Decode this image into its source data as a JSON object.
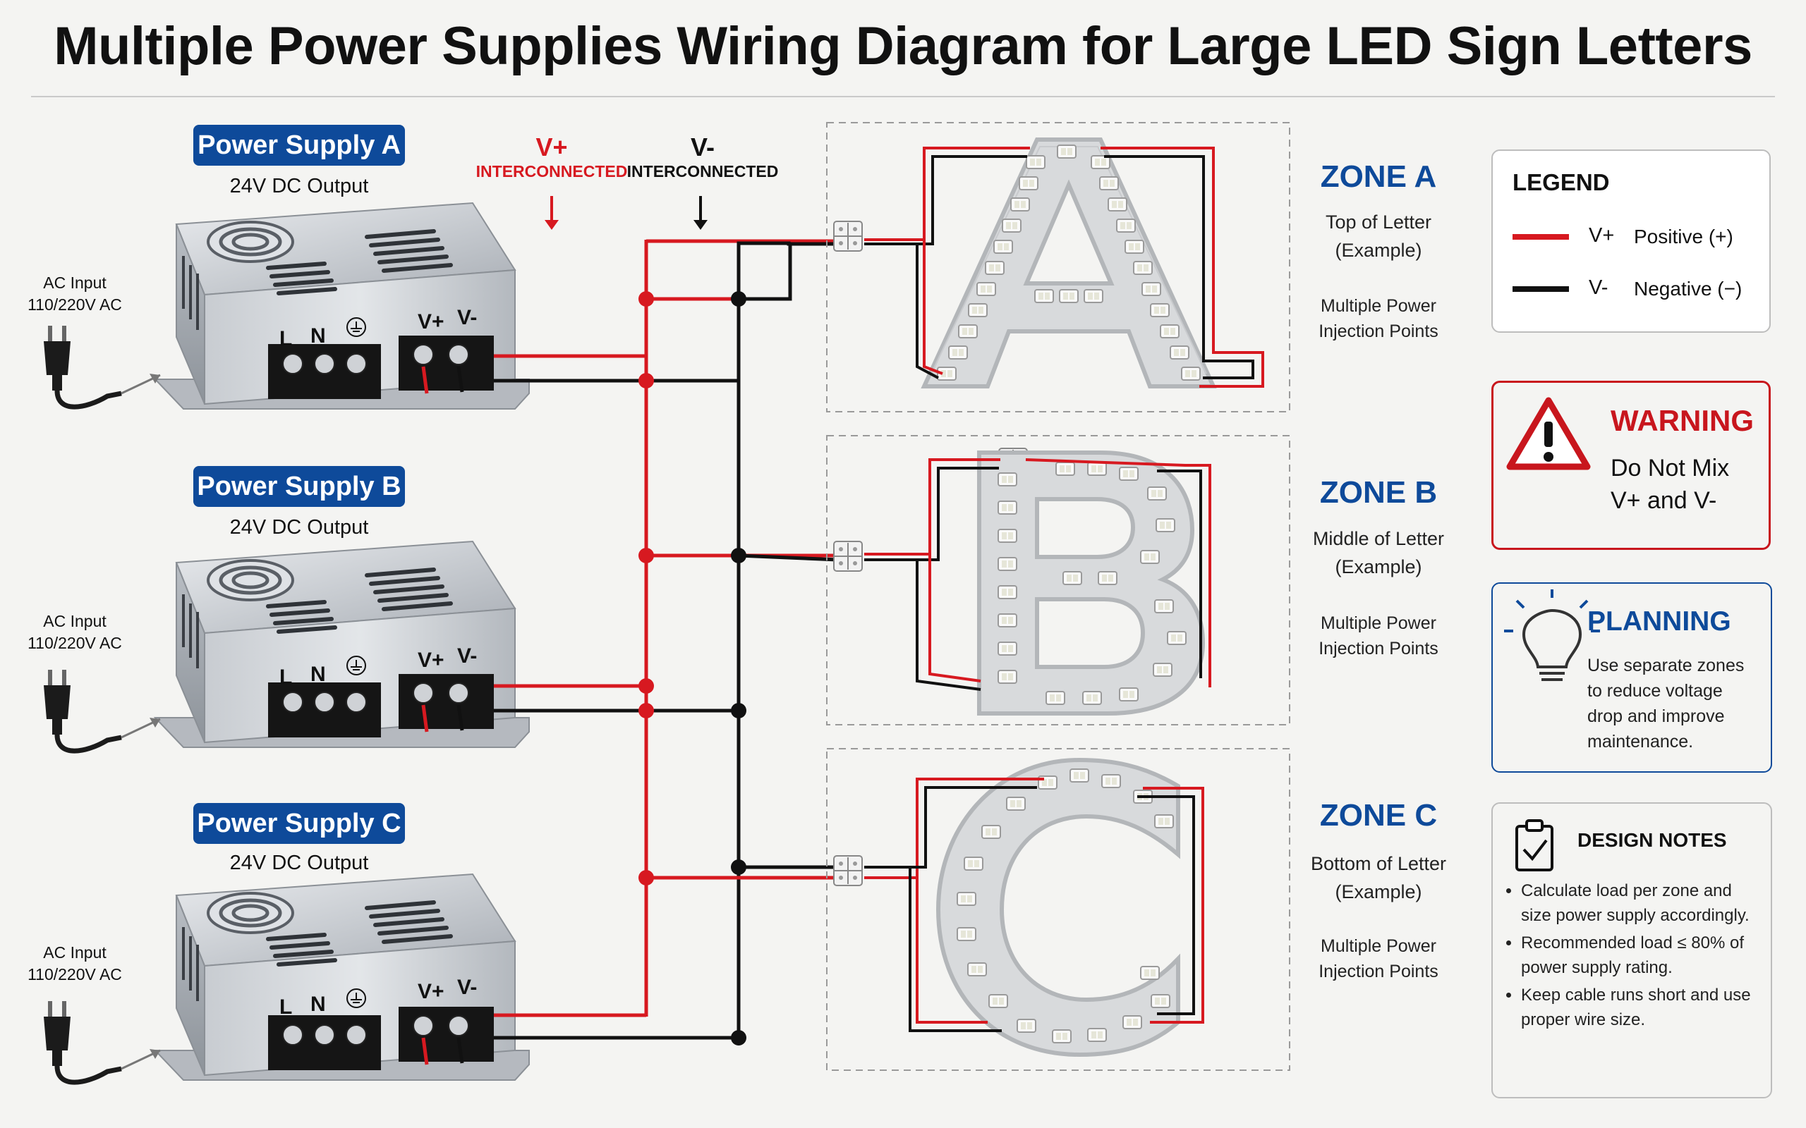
{
  "title": "Multiple Power Supplies Wiring Diagram for Large LED Sign Letters",
  "power_supplies": [
    {
      "name": "Power Supply A",
      "output": "24V DC Output",
      "ac_line1": "AC Input",
      "ac_line2": "110/220V AC"
    },
    {
      "name": "Power Supply B",
      "output": "24V DC Output",
      "ac_line1": "AC Input",
      "ac_line2": "110/220V AC"
    },
    {
      "name": "Power Supply C",
      "output": "24V DC Output",
      "ac_line1": "AC Input",
      "ac_line2": "110/220V AC"
    }
  ],
  "terminals": {
    "l": "L",
    "n": "N",
    "vplus": "V+",
    "vminus": "V-"
  },
  "bus": {
    "vplus_symbol": "V+",
    "vplus_label": "INTERCONNECTED",
    "vminus_symbol": "V-",
    "vminus_label": "INTERCONNECTED"
  },
  "zones": [
    {
      "letter": "A",
      "title": "ZONE A",
      "desc1": "Top of Letter",
      "desc2": "(Example)",
      "inj1": "Multiple Power",
      "inj2": "Injection Points"
    },
    {
      "letter": "B",
      "title": "ZONE B",
      "desc1": "Middle of Letter",
      "desc2": "(Example)",
      "inj1": "Multiple Power",
      "inj2": "Injection Points"
    },
    {
      "letter": "C",
      "title": "ZONE C",
      "desc1": "Bottom of Letter",
      "desc2": "(Example)",
      "inj1": "Multiple Power",
      "inj2": "Injection Points"
    }
  ],
  "legend": {
    "title": "LEGEND",
    "items": [
      {
        "symbol": "V+",
        "text": "Positive (+)",
        "color": "#d71920"
      },
      {
        "symbol": "V-",
        "text": "Negative (−)",
        "color": "#111111"
      }
    ]
  },
  "warning": {
    "title": "WARNING",
    "line1": "Do Not Mix",
    "line2": "V+ and V-"
  },
  "planning": {
    "title": "PLANNING",
    "lines": [
      "Use separate zones",
      "to reduce voltage",
      "drop and improve",
      "maintenance."
    ]
  },
  "design_notes": {
    "title": "DESIGN NOTES",
    "items": [
      "Calculate load per zone and size power supply accordingly.",
      "Recommended load ≤ 80% of power supply rating.",
      "Keep cable runs short and use proper wire size."
    ]
  },
  "colors": {
    "positive": "#d71920",
    "negative": "#111111",
    "brand_blue": "#0e4a9a",
    "warning_red": "#c8161d"
  }
}
